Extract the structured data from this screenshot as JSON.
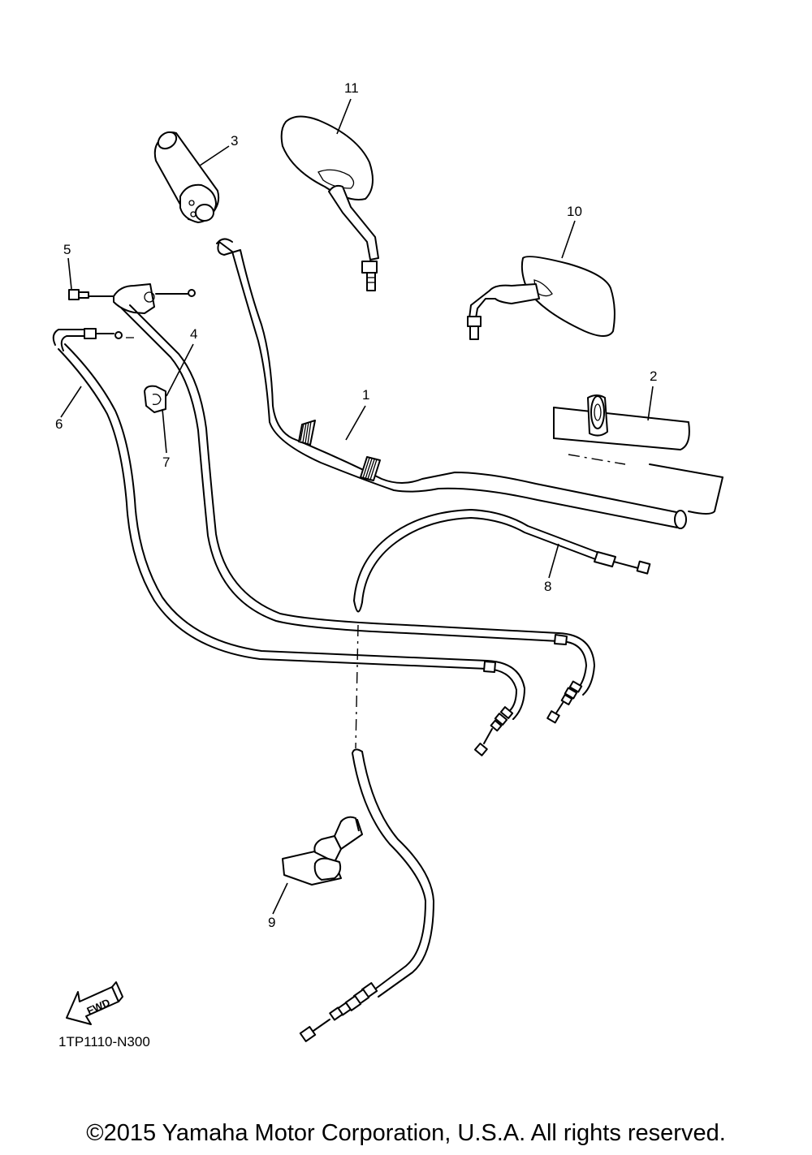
{
  "callouts": [
    {
      "id": "1",
      "label": "1"
    },
    {
      "id": "2",
      "label": "2"
    },
    {
      "id": "3",
      "label": "3"
    },
    {
      "id": "4",
      "label": "4"
    },
    {
      "id": "5",
      "label": "5"
    },
    {
      "id": "6",
      "label": "6"
    },
    {
      "id": "7",
      "label": "7"
    },
    {
      "id": "8",
      "label": "8"
    },
    {
      "id": "9",
      "label": "9"
    },
    {
      "id": "10",
      "label": "10"
    },
    {
      "id": "11",
      "label": "11"
    }
  ],
  "fwd_label": "FWD",
  "diagram_code": "1TP1110-N300",
  "copyright": "©2015 Yamaha Motor Corporation, U.S.A. All rights reserved."
}
